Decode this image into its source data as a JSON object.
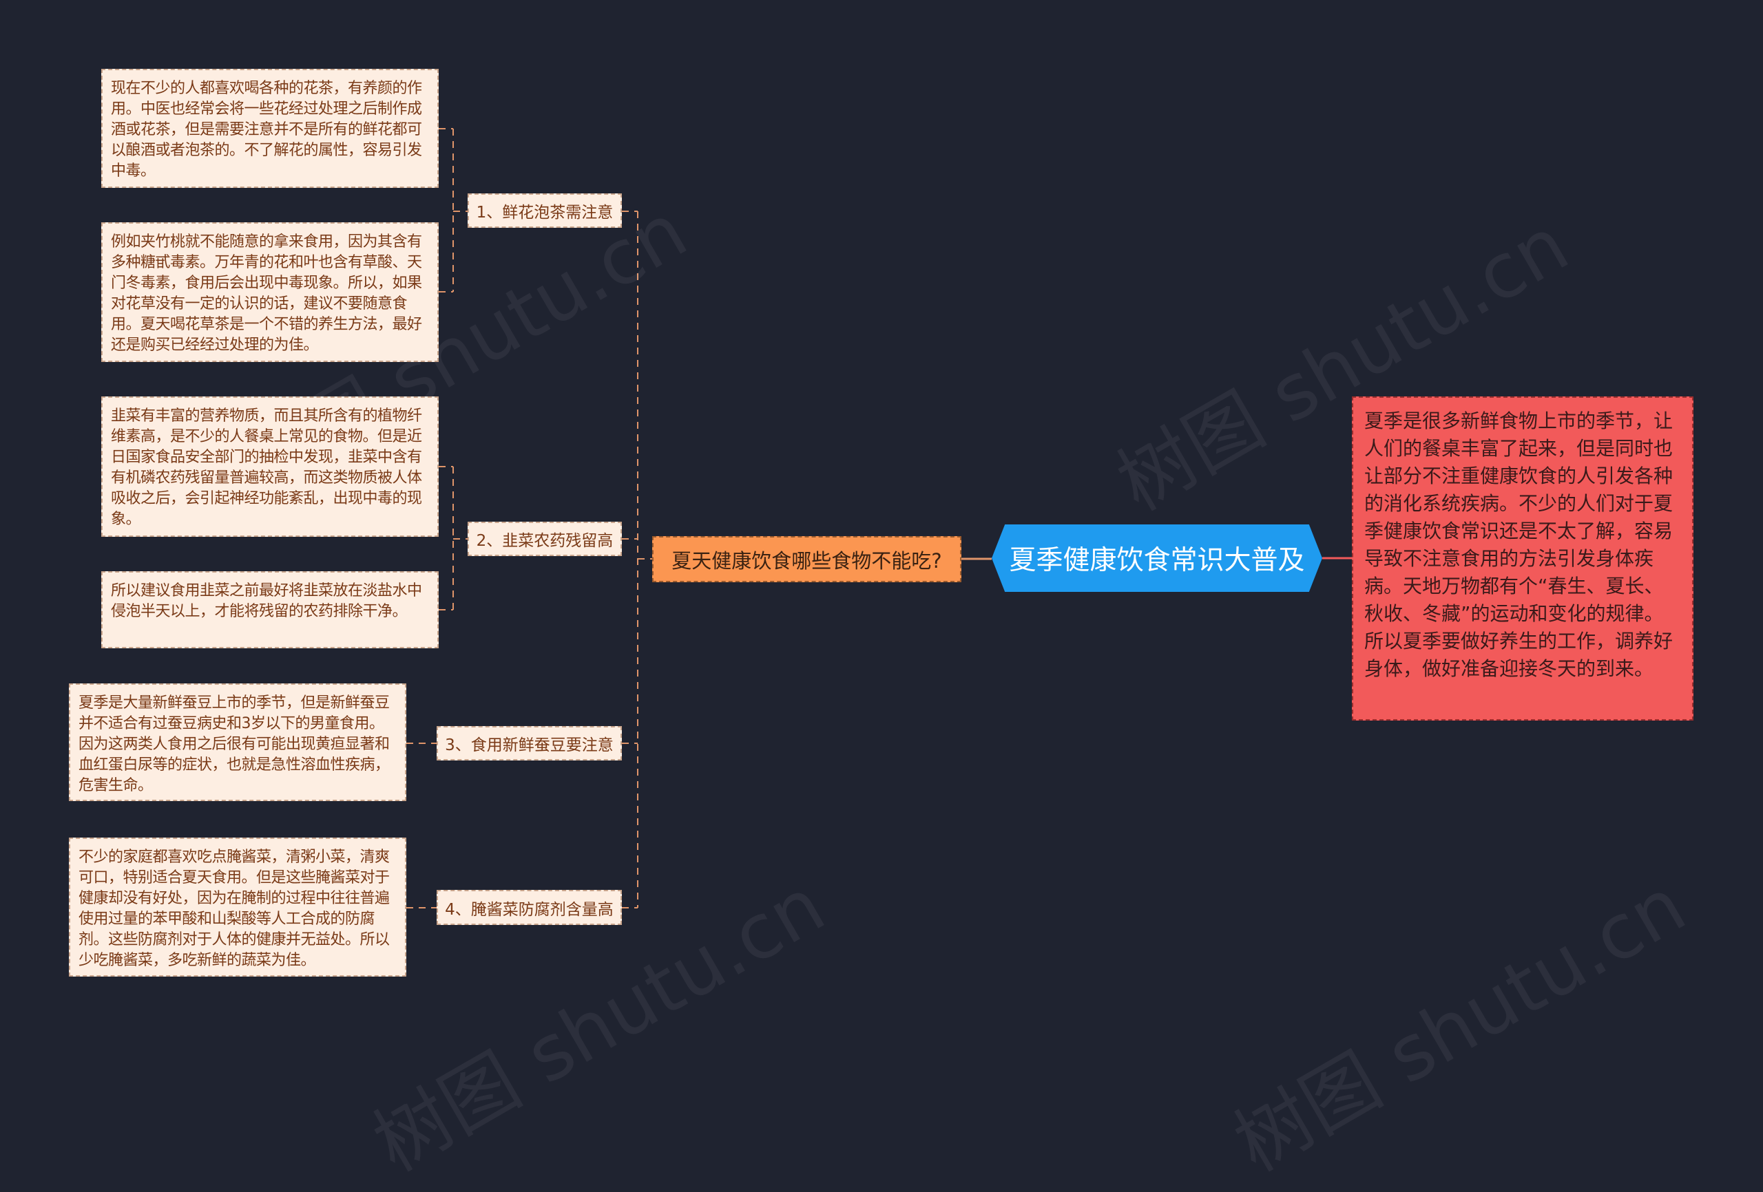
{
  "root": {
    "label": "夏季健康饮食常识大普及",
    "color": "#1f9bef"
  },
  "summary": {
    "text": "夏季是很多新鲜食物上市的季节，让人们的餐桌丰富了起来，但是同时也让部分不注重健康饮食的人引发各种的消化系统疾病。不少的人们对于夏季健康饮食常识还是不太了解，容易导致不注意食用的方法引发身体疾病。天地万物都有个“春生、夏长、秋收、冬藏”的运动和变化的规律。所以夏季要做好养生的工作，调养好身体，做好准备迎接冬天的到来。",
    "color": "#f25a5a"
  },
  "branch": {
    "label": "夏天健康饮食哪些食物不能吃?",
    "color": "#fb9651"
  },
  "topics": [
    {
      "label": "1、鲜花泡茶需注意",
      "details": [
        "现在不少的人都喜欢喝各种的花茶，有养颜的作用。中医也经常会将一些花经过处理之后制作成酒或花茶，但是需要注意并不是所有的鲜花都可以酿酒或者泡茶的。不了解花的属性，容易引发中毒。",
        "例如夹竹桃就不能随意的拿来食用，因为其含有多种糖甙毒素。万年青的花和叶也含有草酸、天门冬毒素，食用后会出现中毒现象。所以，如果对花草没有一定的认识的话，建议不要随意食用。夏天喝花草茶是一个不错的养生方法，最好还是购买已经经过处理的为佳。"
      ]
    },
    {
      "label": "2、韭菜农药残留高",
      "details": [
        "韭菜有丰富的营养物质，而且其所含有的植物纤维素高，是不少的人餐桌上常见的食物。但是近日国家食品安全部门的抽检中发现，韭菜中含有有机磷农药残留量普遍较高，而这类物质被人体吸收之后，会引起神经功能紊乱，出现中毒的现象。",
        "所以建议食用韭菜之前最好将韭菜放在淡盐水中侵泡半天以上，才能将残留的农药排除干净。"
      ]
    },
    {
      "label": "3、食用新鲜蚕豆要注意",
      "details": [
        "夏季是大量新鲜蚕豆上市的季节，但是新鲜蚕豆并不适合有过蚕豆病史和3岁以下的男童食用。因为这两类人食用之后很有可能出现黄疸显著和血红蛋白尿等的症状，也就是急性溶血性疾病，危害生命。"
      ]
    },
    {
      "label": "4、腌酱菜防腐剂含量高",
      "details": [
        "不少的家庭都喜欢吃点腌酱菜，清粥小菜，清爽可口，特别适合夏天食用。但是这些腌酱菜对于健康却没有好处，因为在腌制的过程中往往普遍使用过量的苯甲酸和山梨酸等人工合成的防腐剂。这些防腐剂对于人体的健康并无益处。所以少吃腌酱菜，多吃新鲜的蔬菜为佳。"
      ]
    }
  ],
  "watermark": "树图 shutu.cn"
}
